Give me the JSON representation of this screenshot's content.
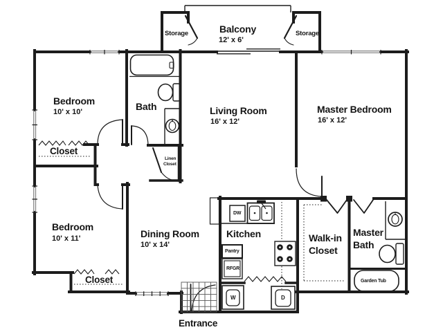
{
  "plan": {
    "colors": {
      "line": "#1c1c1c",
      "window": "#8a8a8a",
      "tile": "#555555"
    },
    "rooms": {
      "bedroom1": {
        "name": "Bedroom",
        "dims": "10' x 10'"
      },
      "bedroom2": {
        "name": "Bedroom",
        "dims": "10' x 11'"
      },
      "master_bedroom": {
        "name": "Master Bedroom",
        "dims": "16' x 12'"
      },
      "living_room": {
        "name": "Living Room",
        "dims": "16' x 12'"
      },
      "dining_room": {
        "name": "Dining Room",
        "dims": "10' x 14'"
      },
      "kitchen": {
        "name": "Kitchen"
      },
      "bath": {
        "name": "Bath"
      },
      "master_bath": {
        "line1": "Master",
        "line2": "Bath"
      },
      "walk_in_closet": {
        "line1": "Walk-in",
        "line2": "Closet"
      },
      "balcony": {
        "name": "Balcony",
        "dims": "12' x 6'"
      },
      "storage_left": {
        "name": "Storage"
      },
      "storage_right": {
        "name": "Storage"
      },
      "closet_bedroom1": {
        "name": "Closet"
      },
      "closet_bedroom2": {
        "name": "Closet"
      },
      "linen_closet": {
        "line1": "Linen",
        "line2": "Closet"
      },
      "entrance": {
        "name": "Entrance"
      }
    },
    "fixtures": {
      "garden_tub": "Garden Tub",
      "pantry": "Pantry",
      "refrigerator": "RFGR",
      "dishwasher": "DW",
      "washer": "W",
      "dryer": "D"
    }
  }
}
